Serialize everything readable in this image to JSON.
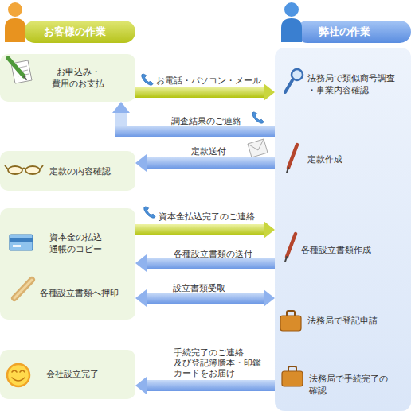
{
  "diagram": {
    "nodes": [
      {
        "text": [
          "お客様の作業"
        ]
      },
      {
        "text": [
          "弊社の作業"
        ]
      },
      {
        "text": [
          "お申込み・ 費用のお支払"
        ]
      },
      {
        "text": [
          "法務局で類似商号調査 ・事業内容確認"
        ]
      },
      {
        "text": [
          "定款作成"
        ]
      },
      {
        "text": [
          "定款の内容確認"
        ]
      },
      {
        "text": [
          "資本金の払込 通帳のコピー",
          "各種設立書類へ押印"
        ]
      },
      {
        "text": [
          "各種設立書類作成"
        ]
      },
      {
        "text": [
          "法務局で登記申請"
        ]
      },
      {
        "text": [
          "会社設立完了"
        ]
      },
      {
        "text": [
          "法務局で手続完了の 確認"
        ]
      }
    ],
    "edges": [
      {
        "from": 2,
        "to": 3,
        "arrow": "to",
        "label": "お電話・パソコン・メール"
      },
      {
        "from": 3,
        "to": 2,
        "arrow": "to",
        "label": "調査結果のご連絡"
      },
      {
        "from": 4,
        "to": 5,
        "arrow": "to",
        "label": "定款送付"
      },
      {
        "from": 6,
        "to": 7,
        "arrow": "to",
        "label": "資本金払込完了のご連絡"
      },
      {
        "from": 7,
        "to": 6,
        "arrow": "to",
        "label": "各種設立書類の送付"
      },
      {
        "from": 6,
        "to": 8,
        "arrow": "both",
        "label": "設立書類受取"
      },
      {
        "from": 10,
        "to": 9,
        "arrow": "to",
        "label": "手続完了のご連絡 及び登記簿謄本・印鑑 カードをお届け"
      }
    ]
  }
}
